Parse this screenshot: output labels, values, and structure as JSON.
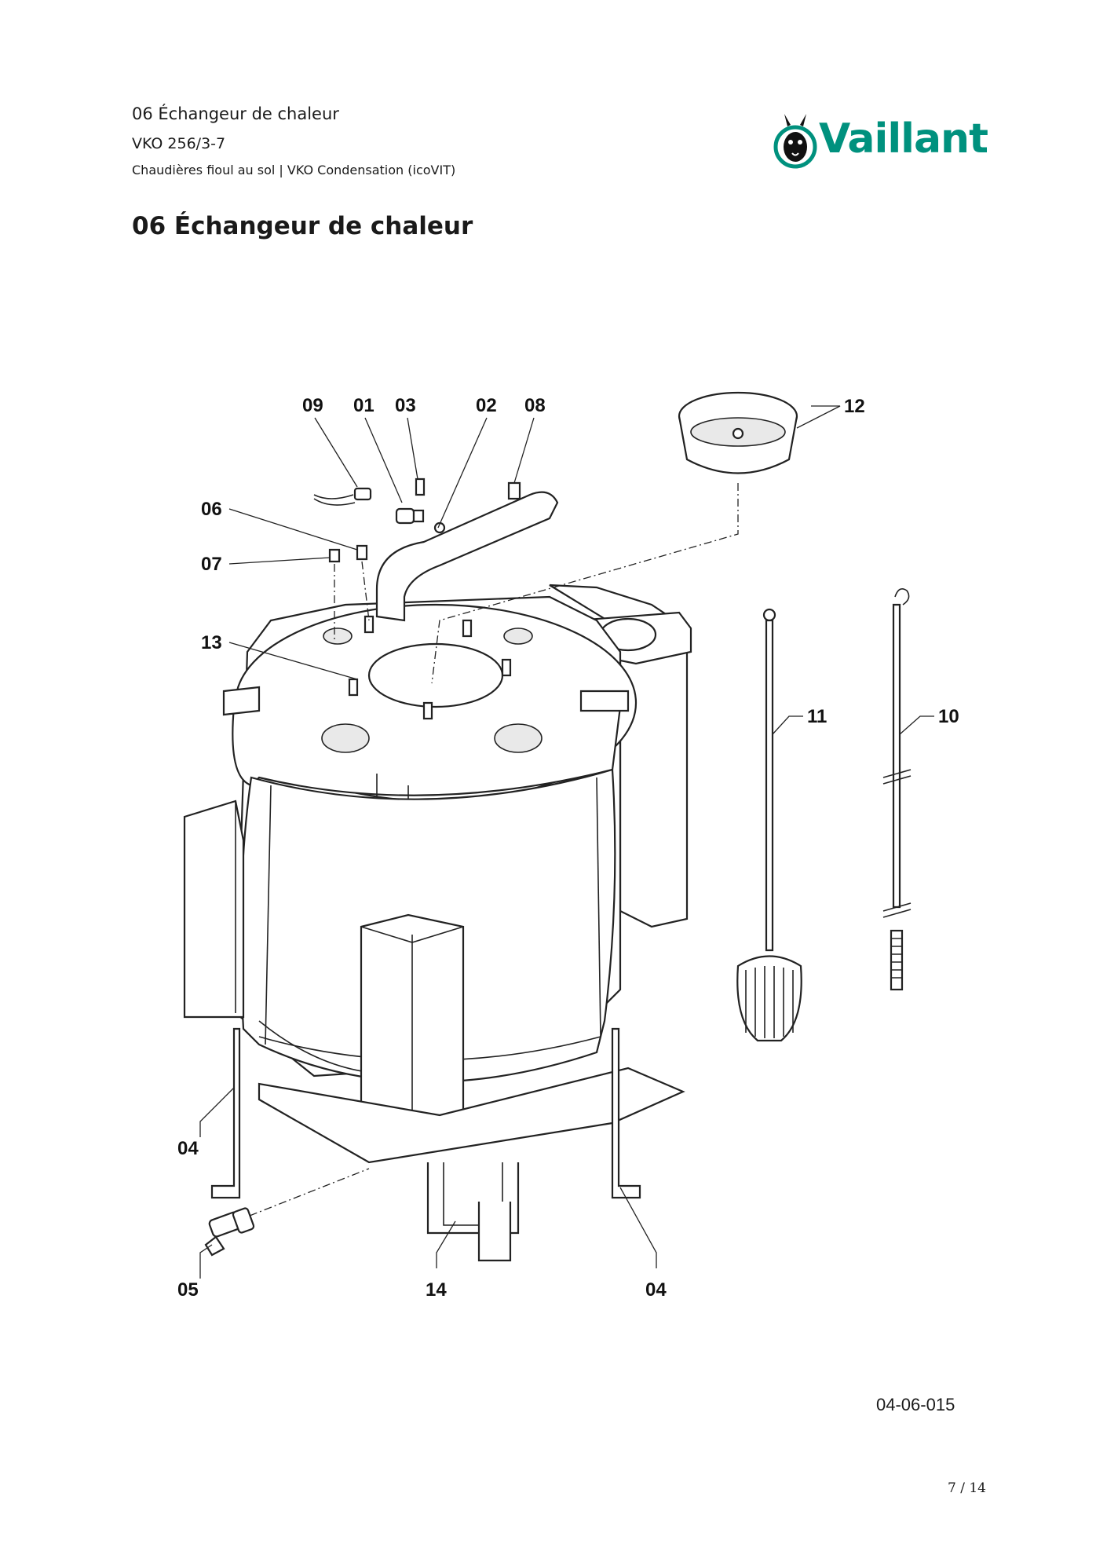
{
  "header": {
    "section": "06 Échangeur de chaleur",
    "model": "VKO 256/3-7",
    "category": "Chaudières fioul au sol | VKO Condensation (icoVIT)"
  },
  "brand": {
    "name": "Vaillant",
    "color": "#00917e",
    "logo_icon": "hare-icon"
  },
  "page_title": "06 Échangeur de chaleur",
  "diagram": {
    "callouts": {
      "c09": "09",
      "c01": "01",
      "c03": "03",
      "c02": "02",
      "c08": "08",
      "c12": "12",
      "c06": "06",
      "c07": "07",
      "c13": "13",
      "c11": "11",
      "c10": "10",
      "c04a": "04",
      "c05": "05",
      "c14": "14",
      "c04b": "04"
    }
  },
  "drawing_code": "04-06-015",
  "page_number": "7 / 14"
}
